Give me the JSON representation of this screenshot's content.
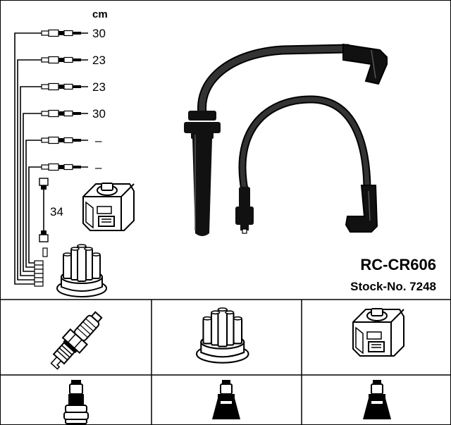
{
  "product": {
    "part_number": "RC-CR606",
    "stock_number": "Stock-No. 7248"
  },
  "lead_table": {
    "unit": "cm",
    "lengths": [
      "30",
      "23",
      "23",
      "30",
      "–",
      "–"
    ],
    "coil_lead_length": "34"
  },
  "icons": {
    "main_coil": "ignition-coil-icon",
    "main_cap": "distributor-cap-icon",
    "bottom_row": [
      "spark-plug-icon",
      "distributor-cap-icon",
      "ignition-coil-icon"
    ],
    "boot_row": [
      "spark-plug-boot-icon",
      "distributor-boot-icon",
      "coil-boot-icon"
    ]
  }
}
